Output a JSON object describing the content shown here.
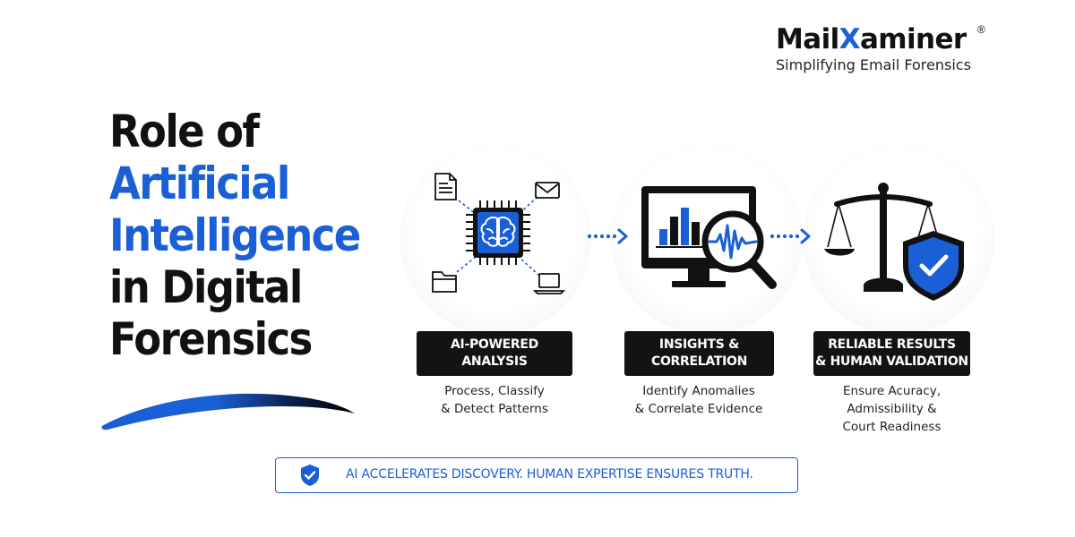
{
  "brand": {
    "name_prefix": "Mail",
    "name_x": "X",
    "name_suffix": "aminer",
    "registered_mark": "®",
    "tagline": "Simplifying Email Forensics"
  },
  "heading": {
    "lines": [
      "Role of",
      "Artificial",
      "Intelligence",
      "in Digital",
      "Forensics"
    ]
  },
  "stages": [
    {
      "label_lines": [
        "AI-POWERED",
        "ANALYSIS"
      ],
      "desc_lines": [
        "Process, Classify",
        "& Detect Patterns"
      ]
    },
    {
      "label_lines": [
        "INSIGHTS &",
        "CORRELATION"
      ],
      "desc_lines": [
        "Identify Anomalies",
        "& Correlate Evidence"
      ]
    },
    {
      "label_lines": [
        "RELIABLE RESULTS",
        "& HUMAN VALIDATION"
      ],
      "desc_lines": [
        "Ensure Acuracy,",
        "Admissibility &",
        "Court Readiness"
      ]
    }
  ],
  "banner": {
    "text": "AI ACCELERATES DISCOVERY. HUMAN EXPERTISE ENSURES TRUTH."
  },
  "colors": {
    "accent": "#1a5fd6",
    "dark": "#131313",
    "text": "#111111"
  },
  "icons": [
    "chip-brain-icon",
    "document-icon",
    "mail-icon",
    "folder-icon",
    "laptop-icon",
    "monitor-chart-icon",
    "magnifier-waveform-icon",
    "scales-icon",
    "shield-check-icon",
    "dotted-arrow-icon"
  ]
}
